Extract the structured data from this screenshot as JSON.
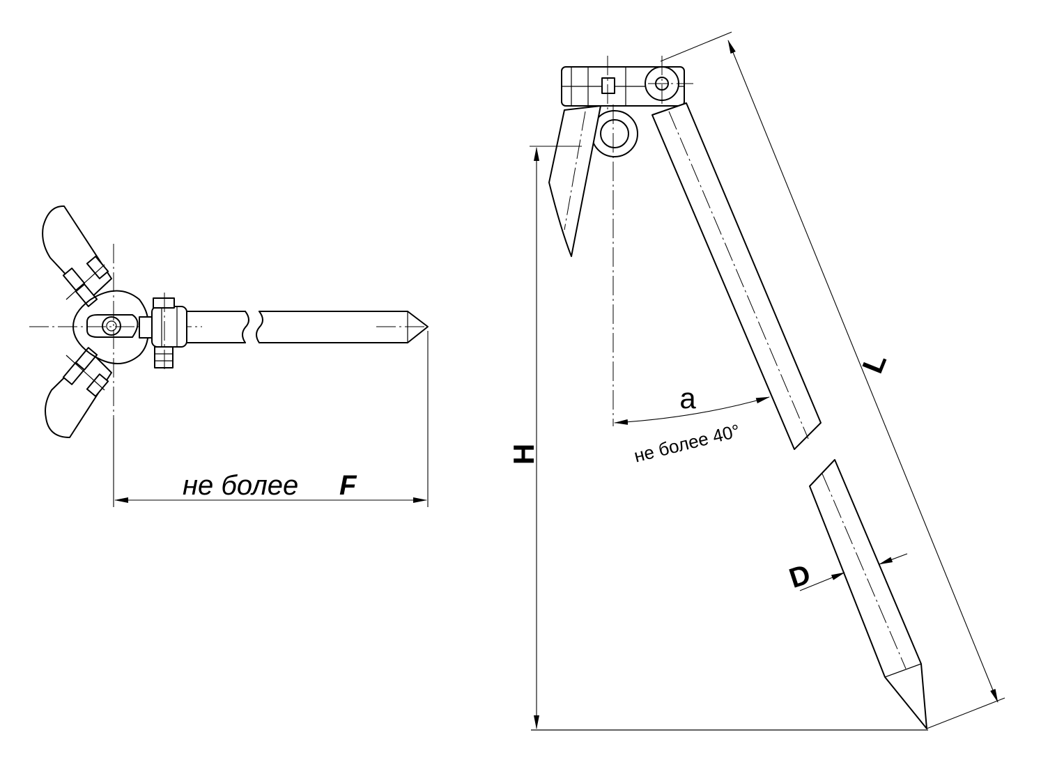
{
  "left_view": {
    "dimension_label": "не более",
    "dimension_letter": "F"
  },
  "right_view": {
    "height_label": "H",
    "length_label": "L",
    "diameter_label": "D",
    "angle_label": "a",
    "angle_note": "не более 40°"
  },
  "colors": {
    "line": "#000000",
    "background": "#ffffff"
  }
}
